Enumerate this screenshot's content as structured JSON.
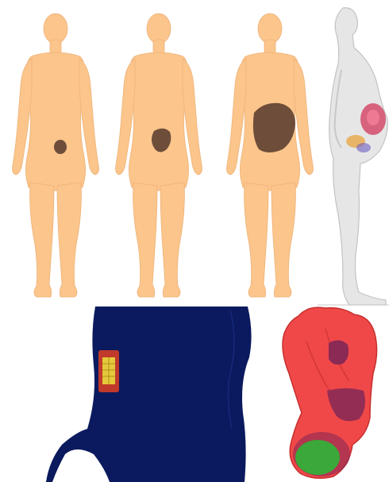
{
  "figure": {
    "panels": [
      {
        "id": "front-early",
        "view": "front",
        "region": "uterus",
        "stage": "small"
      },
      {
        "id": "front-mid",
        "view": "front",
        "region": "uterus",
        "stage": "medium"
      },
      {
        "id": "front-late",
        "view": "front",
        "region": "uterus",
        "stage": "large"
      },
      {
        "id": "side-transparent",
        "view": "side",
        "region": "uterus-and-fetus",
        "stage": "late"
      },
      {
        "id": "model-torso-phone",
        "view": "oblique",
        "region": "torso-with-phone-source"
      },
      {
        "id": "model-uterus-organs",
        "view": "oblique",
        "region": "uterus-fetus-organs"
      }
    ]
  },
  "colors": {
    "skin": "#fbc58b",
    "skin_edge": "#eeb27a",
    "uterus": "#6e4e3a",
    "ghost_body": "#e4e4e4",
    "ghost_edge": "#bdbdbd",
    "torso_model": "#0b1a5e",
    "phone_frame": "#c0392b",
    "phone_screen": "#e6c93a",
    "organ_red": "#f04848",
    "organ_dark": "#8a2a55",
    "fetus_green": "#3aa83a"
  }
}
